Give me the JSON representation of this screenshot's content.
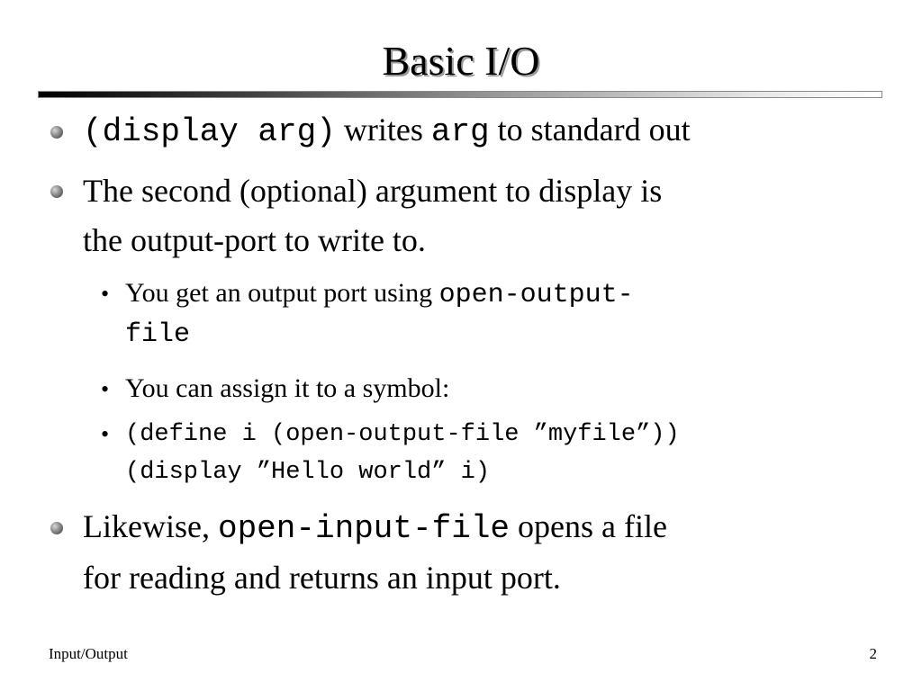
{
  "slide": {
    "title": "Basic I/O"
  },
  "bullets": {
    "b1": {
      "code1": "(display arg)",
      "text1": " writes ",
      "code2": "arg",
      "text2": " to standard out"
    },
    "b2": {
      "line1": "The second (optional) argument to display is",
      "line2": "the output-port to write to."
    },
    "b2_sub1": {
      "text": "You get an output port using ",
      "code_line1": "open-output-",
      "code_line2": "file"
    },
    "b2_sub2": {
      "text": "You can assign it to a symbol:"
    },
    "b2_sub3": {
      "line1": "(define i (open-output-file ”myfile”))",
      "line2": "(display ”Hello world” i)"
    },
    "b3": {
      "text1": "Likewise, ",
      "code": "open-input-file",
      "text2": " opens a file",
      "line2": "for reading and returns an input port."
    }
  },
  "footer": {
    "left": "Input/Output",
    "page_number": "2"
  }
}
